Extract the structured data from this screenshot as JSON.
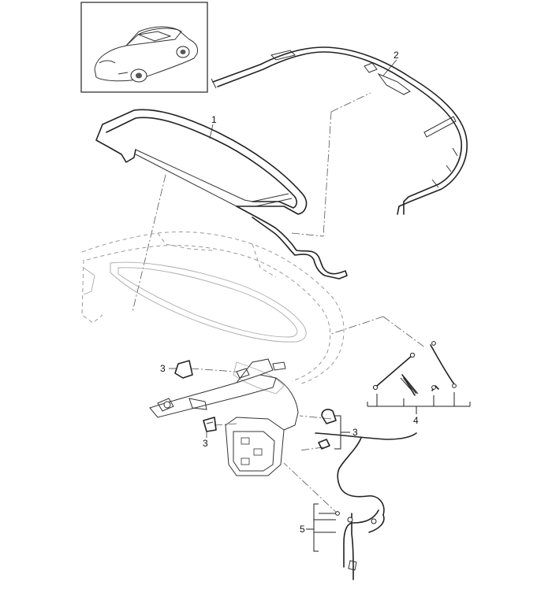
{
  "callouts": {
    "part_1": "1",
    "part_2": "2",
    "part_3a": "3",
    "part_3b": "3",
    "part_3c": "3",
    "part_4": "4",
    "part_5": "5"
  },
  "colors": {
    "line": "#222222",
    "ghost": "#999999",
    "background": "#ffffff"
  }
}
